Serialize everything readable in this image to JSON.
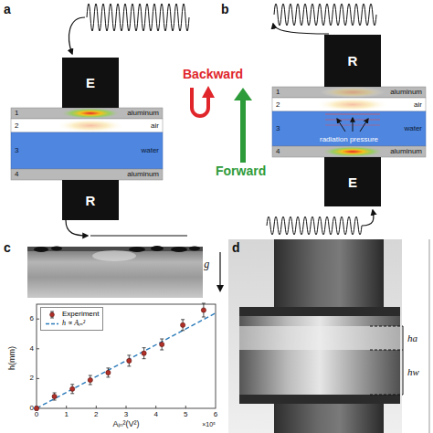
{
  "diagram": {
    "nodes": [
      {
        "text": [
          "E"
        ]
      },
      {
        "text": [
          "1",
          "aluminum"
        ]
      },
      {
        "text": [
          "2",
          "air"
        ]
      },
      {
        "text": [
          "3",
          "water"
        ]
      },
      {
        "text": [
          "4",
          "aluminum"
        ]
      },
      {
        "text": [
          "R"
        ]
      },
      {
        "text": [
          "R"
        ]
      },
      {
        "text": [
          "1",
          "aluminum"
        ]
      },
      {
        "text": [
          "2",
          "air"
        ]
      },
      {
        "text": [
          "3",
          "radiation pressure",
          "water"
        ]
      },
      {
        "text": [
          "4",
          "aluminum"
        ]
      },
      {
        "text": [
          "E"
        ]
      }
    ],
    "labels": [
      "a",
      "Backward",
      "b",
      "Forward",
      "c",
      "g⃗",
      "h(mm)",
      "0",
      "2",
      "4",
      "6",
      "0",
      "1",
      "2",
      "3",
      "4",
      "5",
      "6",
      "Aᵢₙ²(V²)",
      "×10⁵",
      "d",
      "ha",
      "hw"
    ],
    "legend": [
      {
        "text": "Experiment"
      },
      {
        "text": "h ∝ Aᵢₙ²"
      }
    ]
  }
}
